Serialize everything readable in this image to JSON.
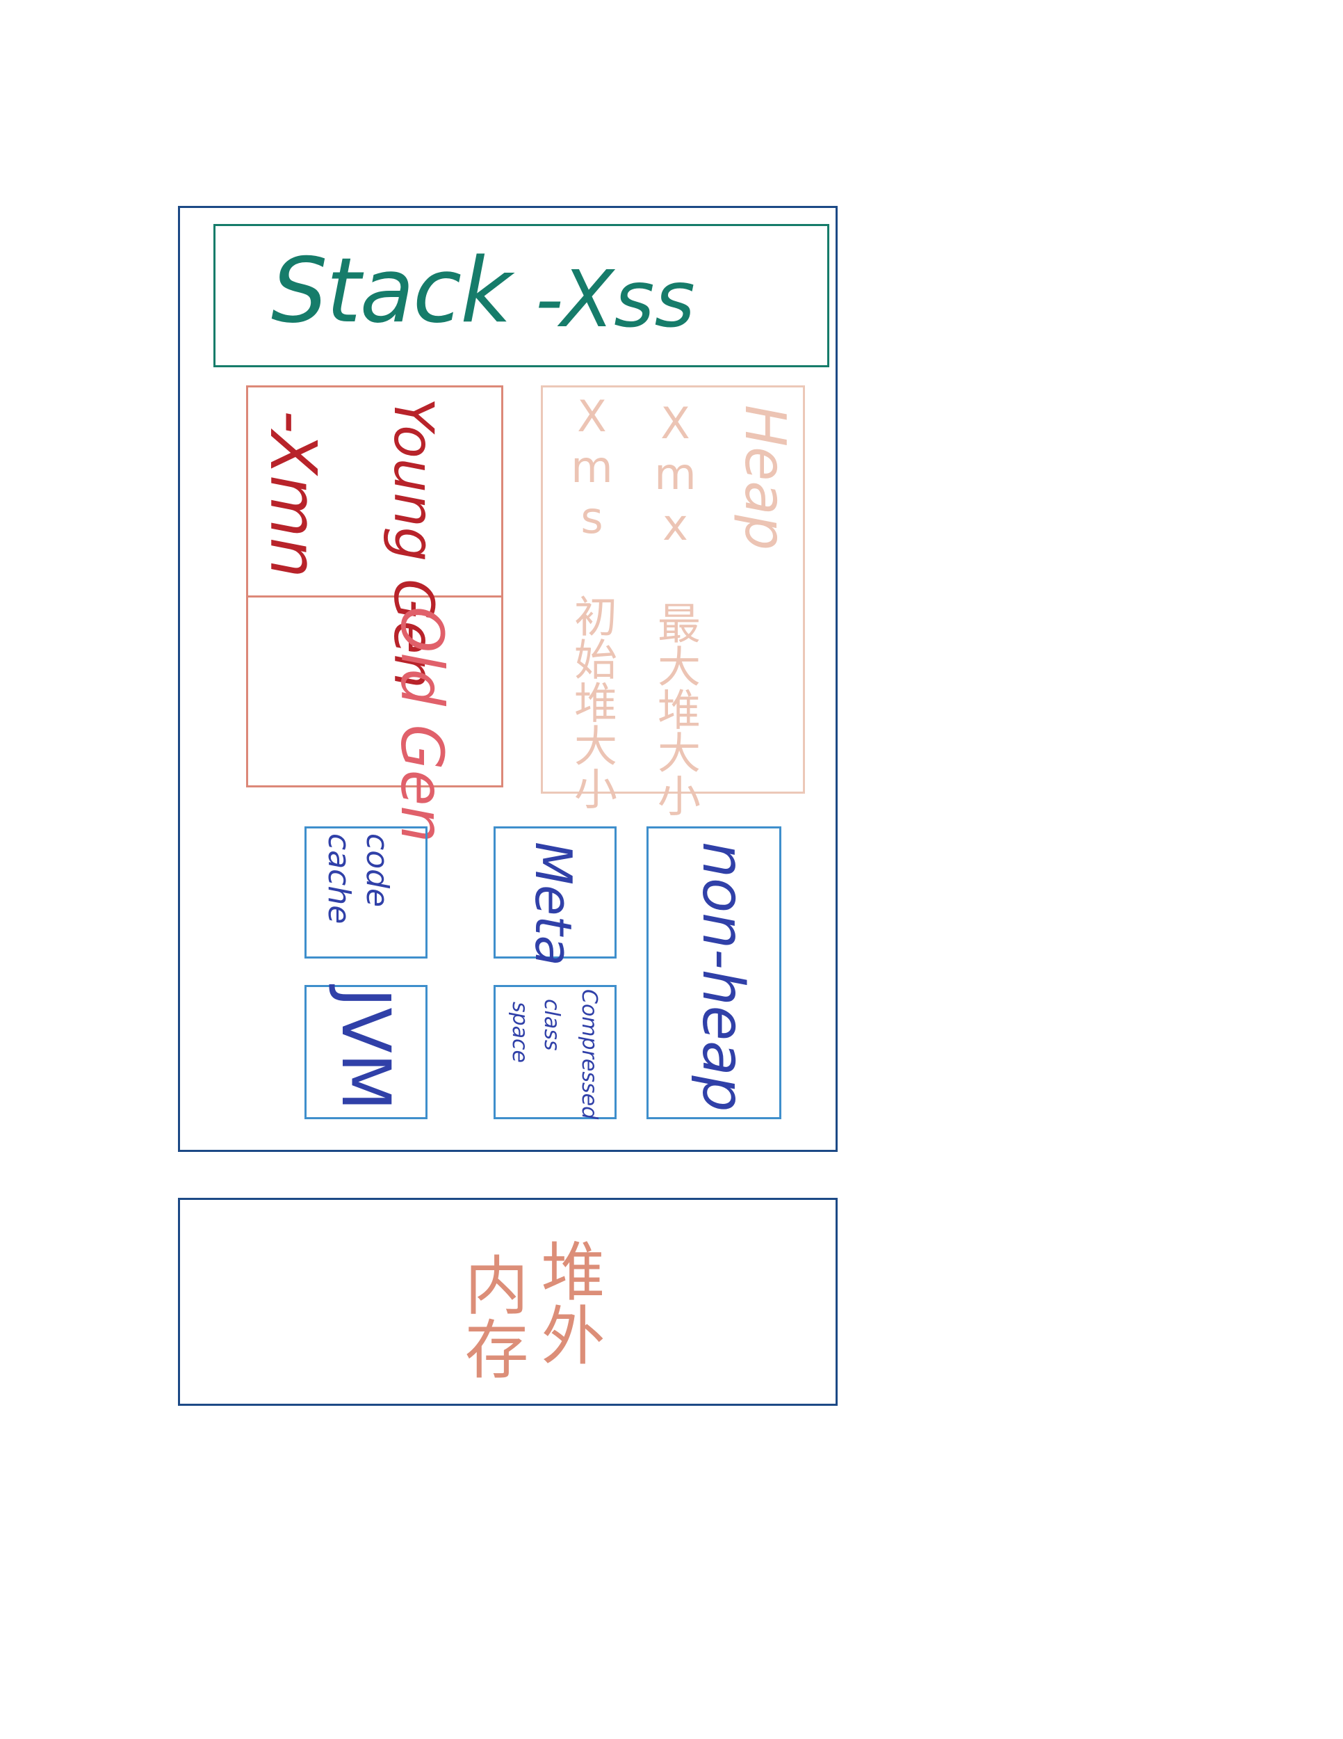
{
  "colors": {
    "outer_border": "#1d4a86",
    "stack": "#167c6a",
    "young_gen_box": "#dc8878",
    "young_gen_text": "#b8232a",
    "old_gen_text": "#e0606a",
    "heap_box": "#ecc8b8",
    "heap_text": "#ecc4b4",
    "small_box": "#3f8fcc",
    "small_text": "#3040a8",
    "direct_memory_text": "#dc8e78"
  },
  "stack": {
    "label": "Stack",
    "flag": "-Xss"
  },
  "young_gen": {
    "label": "Young Gen",
    "flag": "-Xmn"
  },
  "old_gen": {
    "label": "Old Gen"
  },
  "heap": {
    "label": "Heap",
    "line_xmx": "Xmx 最大堆大小",
    "line_xms": "Xms 初始堆大小"
  },
  "code_cache": {
    "line1": "code",
    "line2": "cache"
  },
  "meta": {
    "label": "Meta"
  },
  "non_heap": {
    "label": "non-heap"
  },
  "jvm": {
    "label": "JVM"
  },
  "compressed_class_space": {
    "line1": "Compressed",
    "line2": "class",
    "line3": "space"
  },
  "direct_memory": {
    "line1": "堆外",
    "line2": "内存"
  }
}
